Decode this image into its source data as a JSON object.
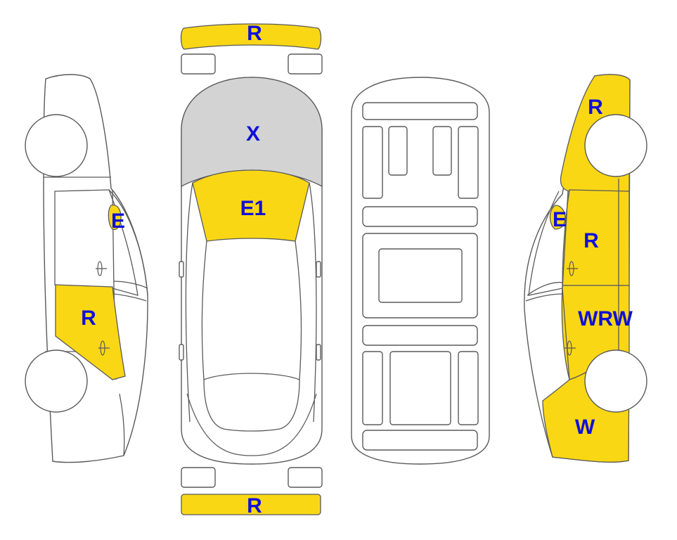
{
  "colors": {
    "damage_highlight": "#F9D715",
    "roof_highlight": "#D3D3D3",
    "outline": "#5A5A5A",
    "label": "#1010D8"
  },
  "labels": {
    "front_bumper": "R",
    "hood": "X",
    "windshield": "E1",
    "left_mirror": "E",
    "left_rear_door": "R",
    "right_rear_quarter": "R",
    "right_mirror": "E",
    "right_rear_door": "R",
    "right_front_door": "WRW",
    "right_front_fender": "W",
    "rear_bumper": "R"
  }
}
